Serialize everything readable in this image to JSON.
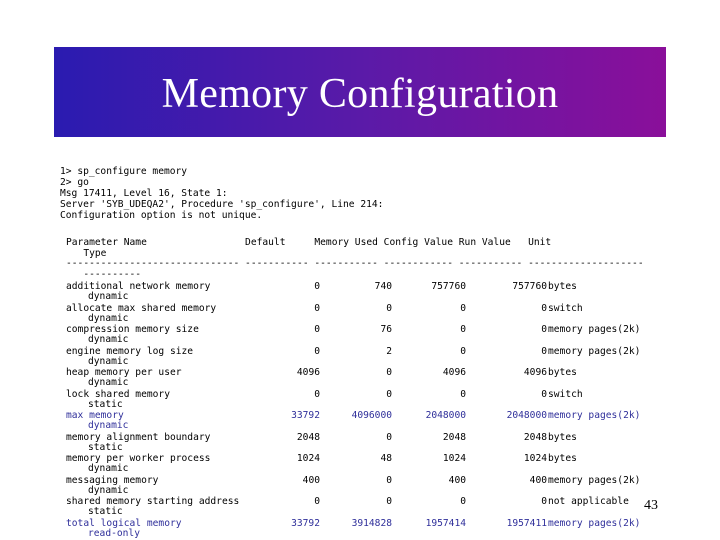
{
  "title": "Memory Configuration",
  "page_number": "43",
  "command_output": [
    "1> sp_configure memory",
    "2> go",
    "Msg 17411, Level 16, State 1:",
    "Server 'SYB_UDEQA2', Procedure 'sp_configure', Line 214:",
    "Configuration option is not unique."
  ],
  "table": {
    "header_line": "Parameter Name                 Default     Memory Used Config Value Run Value   Unit",
    "header_type": "   Type",
    "dash_line": "------------------------------ ----------- ----------- ------------ ----------- --------------------",
    "dash_line2": "   ----------",
    "rows": [
      {
        "name": "additional network memory",
        "type": "dynamic",
        "default": "0",
        "used": "740",
        "config": "757760",
        "run": "757760",
        "unit": "bytes",
        "highlight": false
      },
      {
        "name": "allocate max shared memory",
        "type": "dynamic",
        "default": "0",
        "used": "0",
        "config": "0",
        "run": "0",
        "unit": "switch",
        "highlight": false
      },
      {
        "name": "compression memory size",
        "type": "dynamic",
        "default": "0",
        "used": "76",
        "config": "0",
        "run": "0",
        "unit": "memory pages(2k)",
        "highlight": false
      },
      {
        "name": "engine memory log size",
        "type": "dynamic",
        "default": "0",
        "used": "2",
        "config": "0",
        "run": "0",
        "unit": "memory pages(2k)",
        "highlight": false
      },
      {
        "name": "heap memory per user",
        "type": "dynamic",
        "default": "4096",
        "used": "0",
        "config": "4096",
        "run": "4096",
        "unit": "bytes",
        "highlight": false
      },
      {
        "name": "lock shared memory",
        "type": "static",
        "default": "0",
        "used": "0",
        "config": "0",
        "run": "0",
        "unit": "switch",
        "highlight": false
      },
      {
        "name": "max memory",
        "type": "dynamic",
        "default": "33792",
        "used": "4096000",
        "config": "2048000",
        "run": "2048000",
        "unit": "memory pages(2k)",
        "highlight": true
      },
      {
        "name": "memory alignment boundary",
        "type": "static",
        "default": "2048",
        "used": "0",
        "config": "2048",
        "run": "2048",
        "unit": "bytes",
        "highlight": false
      },
      {
        "name": "memory per worker process",
        "type": "dynamic",
        "default": "1024",
        "used": "48",
        "config": "1024",
        "run": "1024",
        "unit": "bytes",
        "highlight": false
      },
      {
        "name": "messaging memory",
        "type": "dynamic",
        "default": "400",
        "used": "0",
        "config": "400",
        "run": "400",
        "unit": "memory pages(2k)",
        "highlight": false
      },
      {
        "name": "shared memory starting address",
        "type": "static",
        "default": "0",
        "used": "0",
        "config": "0",
        "run": "0",
        "unit": "not applicable",
        "highlight": false
      },
      {
        "name": "total logical memory",
        "type": "read-only",
        "default": "33792",
        "used": "3914828",
        "config": "1957414",
        "run": "1957411",
        "unit": "memory pages(2k)",
        "highlight": true
      }
    ]
  },
  "colors": {
    "banner_left": "#2a1bb0",
    "banner_right": "#8a0f9a",
    "highlight_text": "#2f2f9a"
  }
}
